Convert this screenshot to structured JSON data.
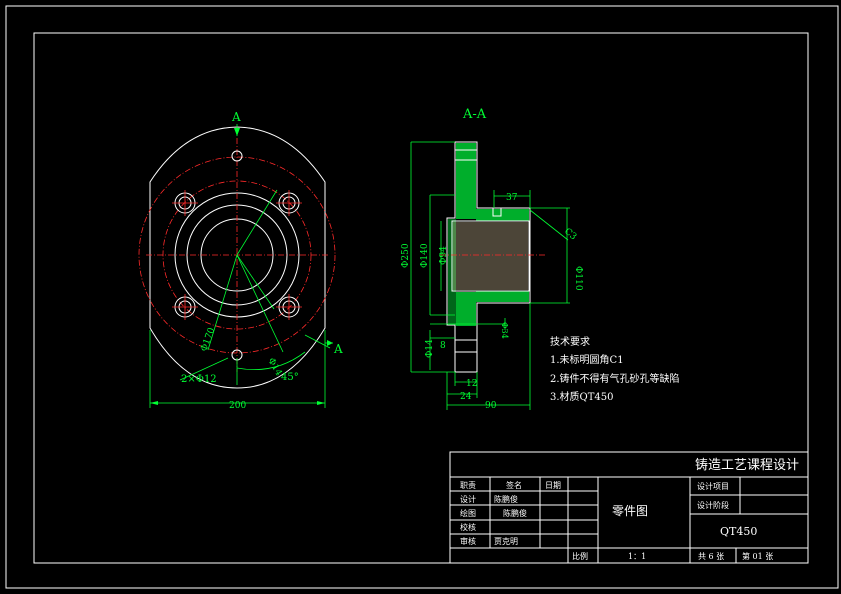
{
  "colors": {
    "background": "#000000",
    "outline": "#ffffff",
    "dimension": "#00ff33",
    "centerline": "#ff2a2a",
    "hatch_fill": "#00cc33"
  },
  "front_view": {
    "section_mark_top": "A",
    "section_mark_right": "A",
    "dims": {
      "holes": "2×Φ12",
      "bolt_circle": "Φ170",
      "hole_dia": "Φ14",
      "angle": "45°",
      "width": "200"
    }
  },
  "section_view": {
    "title": "A-A",
    "dims": {
      "outer": "Φ250",
      "mid": "Φ140",
      "bore": "Φ94",
      "hub_len": "37",
      "chamfer": "C3",
      "hub_dia": "Φ110",
      "recess": "Φ34",
      "small_dia": "Φ14",
      "side": "8",
      "step": "12",
      "flange_t": "24",
      "length": "90"
    }
  },
  "tech_requirements": {
    "heading": "技术要求",
    "items": [
      "1.未标明圆角C1",
      "2.铸件不得有气孔砂孔等缺陷",
      "3.材质QT450"
    ]
  },
  "title_block": {
    "course_title": "铸造工艺课程设计",
    "col_role": "职责",
    "col_name": "签名",
    "col_date": "日期",
    "rows": [
      {
        "role": "设计",
        "name": "陈鹏俊"
      },
      {
        "role": "绘图",
        "name": "陈鹏俊"
      },
      {
        "role": "校核",
        "name": ""
      },
      {
        "role": "审核",
        "name": "贾克明"
      }
    ],
    "drawing_name": "零件图",
    "project_label": "设计项目",
    "stage_label": "设计阶段",
    "material": "QT450",
    "scale_label": "比例",
    "scale_value": "1：1",
    "total_sheets": "共 6 张",
    "sheet_no": "第 01 张"
  }
}
